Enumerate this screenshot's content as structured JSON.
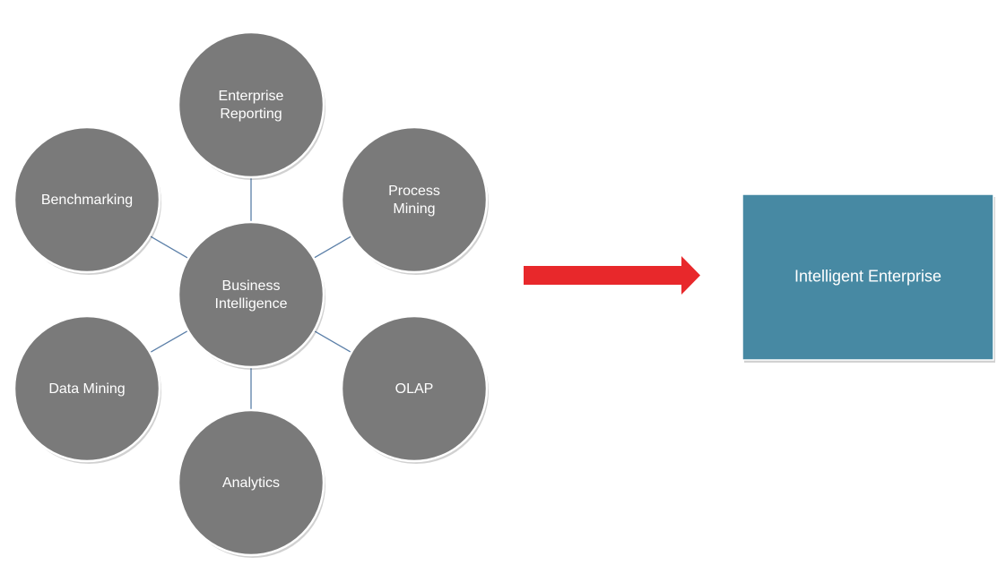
{
  "diagram": {
    "center": {
      "lines": [
        "Business",
        "Intelligence"
      ]
    },
    "satellites": [
      {
        "id": "enterprise-reporting",
        "lines": [
          "Enterprise",
          "Reporting"
        ]
      },
      {
        "id": "process-mining",
        "lines": [
          "Process",
          "Mining"
        ]
      },
      {
        "id": "olap",
        "lines": [
          "OLAP"
        ]
      },
      {
        "id": "analytics",
        "lines": [
          "Analytics"
        ]
      },
      {
        "id": "data-mining",
        "lines": [
          "Data Mining"
        ]
      },
      {
        "id": "benchmarking",
        "lines": [
          "Benchmarking"
        ]
      }
    ],
    "result": {
      "label": "Intelligent Enterprise"
    },
    "colors": {
      "node_fill": "#7a7a7a",
      "connector": "#5b7fa8",
      "arrow": "#e8282b",
      "result_fill": "#4789a3",
      "text": "#ffffff"
    }
  }
}
